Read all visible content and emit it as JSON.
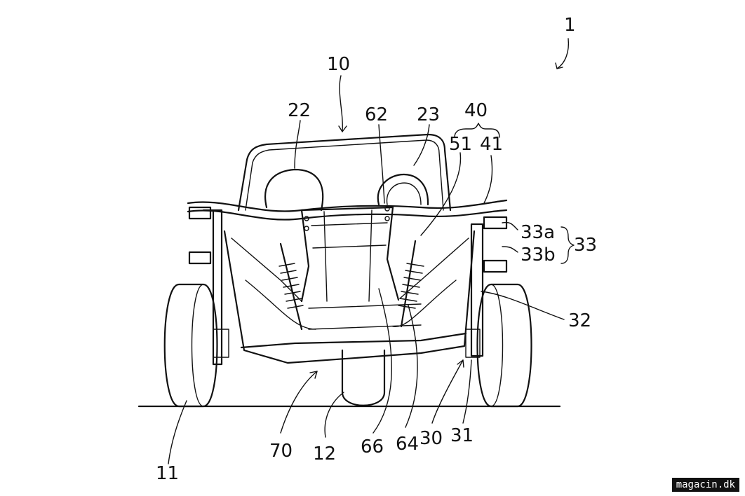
{
  "labels": {
    "l1": "1",
    "l10": "10",
    "l22": "22",
    "l62": "62",
    "l23": "23",
    "l40": "40",
    "l51": "51",
    "l41": "41",
    "l33a": "33a",
    "l33": "33",
    "l33b": "33b",
    "l32": "32",
    "l11": "11",
    "l70": "70",
    "l12": "12",
    "l66": "66",
    "l64": "64",
    "l30": "30",
    "l31": "31"
  },
  "watermark": "magacin.dk"
}
